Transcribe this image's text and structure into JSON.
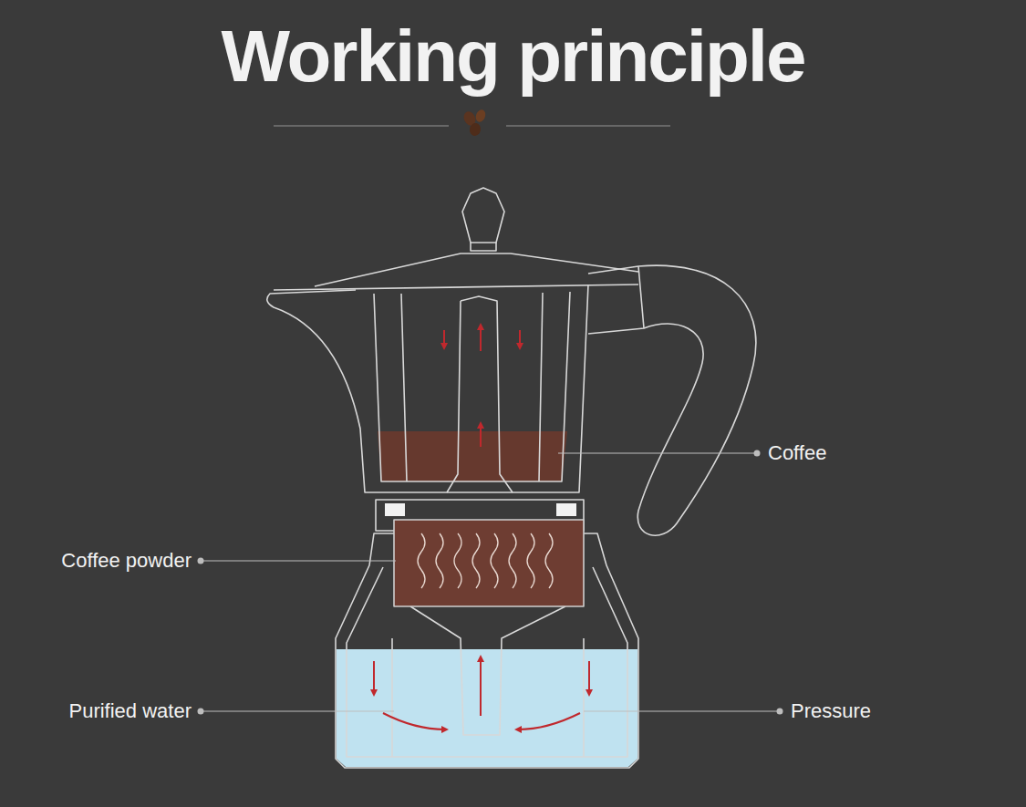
{
  "diagram": {
    "title": "Working principle",
    "labels": [
      "Coffee",
      "Coffee powder",
      "Purified water",
      "Pressure"
    ]
  }
}
